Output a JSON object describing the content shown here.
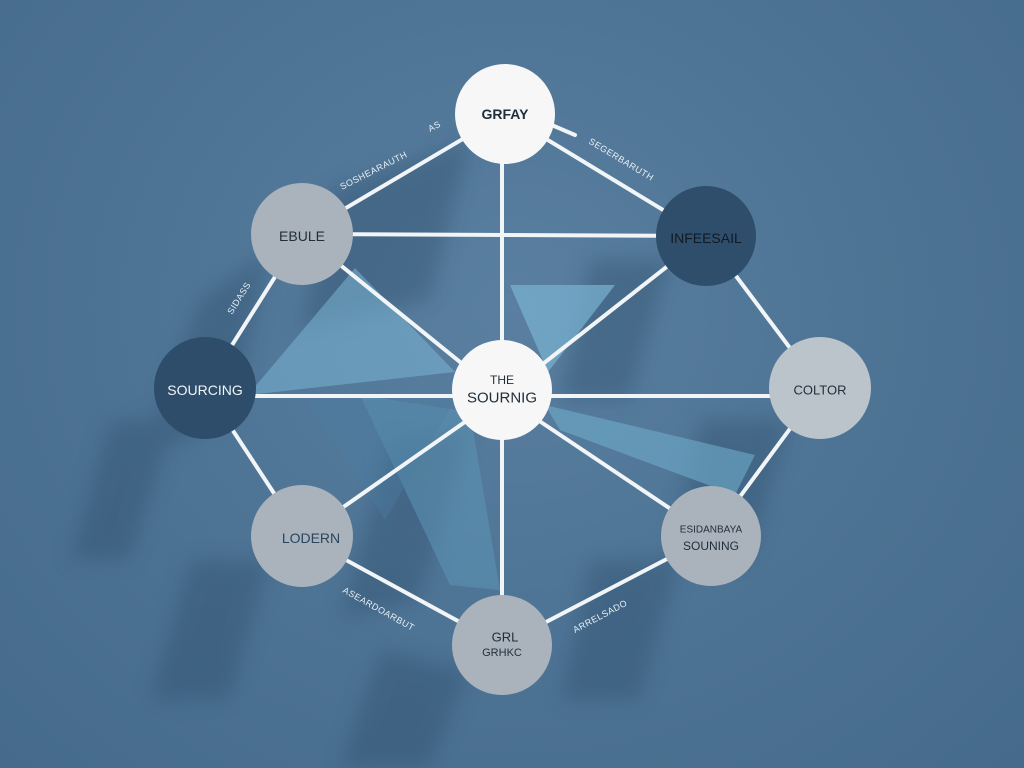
{
  "colors": {
    "background": "#4f7596",
    "line": "#f2f5f7",
    "node_white": "#f7f7f7",
    "node_gray": "#aab3bc",
    "node_light_gray": "#bcc4cb",
    "node_dark": "#2e4d6a",
    "wedge_light": "#7ab4d1",
    "wedge_mid": "#5e97b8"
  },
  "nodes": {
    "center": {
      "line1": "THE",
      "line2": "SOURNIG"
    },
    "top": {
      "label": "GRFAY"
    },
    "upper_left": {
      "label": "EBULE"
    },
    "upper_right": {
      "label": "INFEESAIL"
    },
    "left": {
      "label": "SOURCING"
    },
    "right": {
      "label": "COLTOR"
    },
    "lower_left": {
      "label": "LODERN"
    },
    "lower_right": {
      "line1": "ESIDANBAYA",
      "line2": "SOUNING"
    },
    "bottom": {
      "line1": "GRL",
      "line2": "GRHKC"
    }
  },
  "edge_labels": {
    "top_left_a": "SOSHEARAUTH",
    "top_left_b": "AS",
    "top_right": "SEGERBARUTH",
    "left_upper": "SIDASS",
    "bottom_left": "ASEARDOARBUT",
    "bottom_right": "ARRELSADO"
  }
}
